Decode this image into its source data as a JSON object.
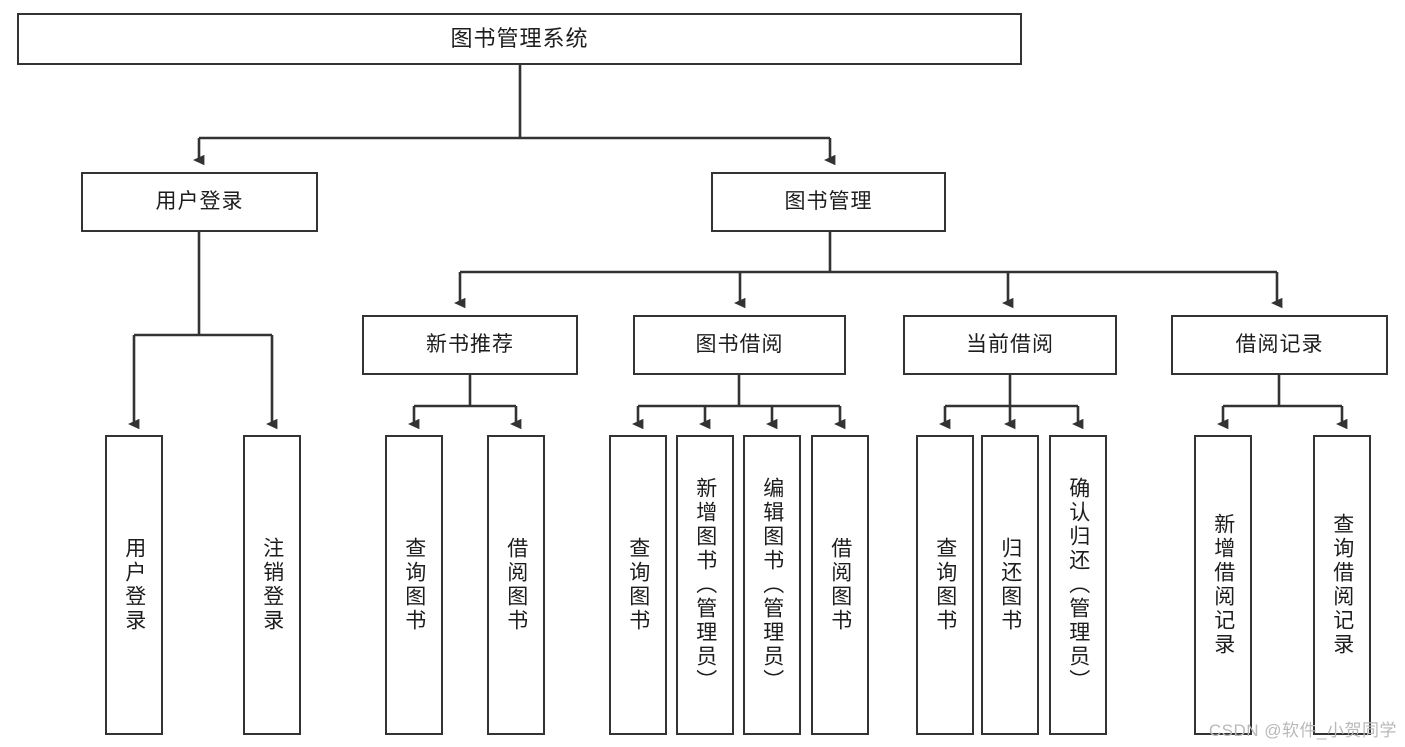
{
  "diagram": {
    "type": "hierarchy-tree",
    "title": "图书管理系统",
    "watermark": "CSDN @软件_小贺同学",
    "colors": {
      "background": "#ffffff",
      "stroke": "#333333",
      "text": "#1d1d1d",
      "watermark": "#b9b9b9"
    },
    "root": {
      "label": "图书管理系统"
    },
    "level1": [
      {
        "label": "用户登录"
      },
      {
        "label": "图书管理"
      }
    ],
    "level2": [
      {
        "label": "新书推荐"
      },
      {
        "label": "图书借阅"
      },
      {
        "label": "当前借阅"
      },
      {
        "label": "借阅记录"
      }
    ],
    "leaves": {
      "user_login": [
        {
          "label": "用户登录"
        },
        {
          "label": "注销登录"
        }
      ],
      "new_book_recommend": [
        {
          "label": "查询图书"
        },
        {
          "label": "借阅图书"
        }
      ],
      "book_borrow": [
        {
          "label": "查询图书"
        },
        {
          "label": "新增图书（管理员）"
        },
        {
          "label": "编辑图书（管理员）"
        },
        {
          "label": "借阅图书"
        }
      ],
      "current_borrow": [
        {
          "label": "查询图书"
        },
        {
          "label": "归还图书"
        },
        {
          "label": "确认归还（管理员）"
        }
      ],
      "borrow_record": [
        {
          "label": "新增借阅记录"
        },
        {
          "label": "查询借阅记录"
        }
      ]
    }
  }
}
